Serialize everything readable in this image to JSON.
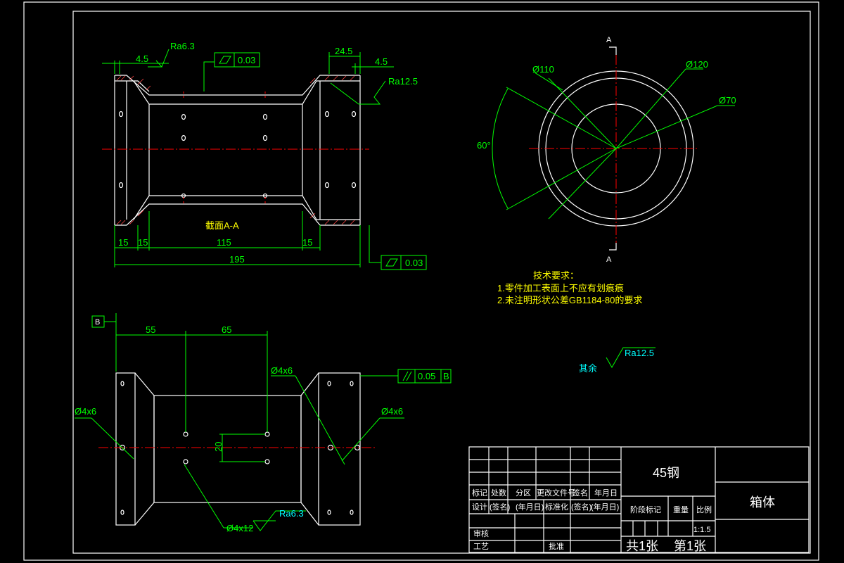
{
  "section_label": "截面A-A",
  "section_marker": "A",
  "dims_top": {
    "d_4_5_left": "4.5",
    "d_24_5": "24.5",
    "d_4_5_right": "4.5",
    "d_15_a": "15",
    "d_15_b": "15",
    "d_115": "115",
    "d_15_c": "15",
    "d_195": "195"
  },
  "roughness": {
    "top_left": "Ra6.3",
    "top_right": "Ra12.5",
    "other": "Ra12.5",
    "bottom": "Ra6.3",
    "other_label": "其余"
  },
  "tolerance": {
    "cyl_top_value": "0.03",
    "cyl_bottom_value": "0.03",
    "parallel_value": "0.05",
    "datum": "B"
  },
  "circle_view": {
    "d110": "Ø110",
    "d120": "Ø120",
    "d70": "Ø70",
    "angle": "60°"
  },
  "tech_req": {
    "title": "技术要求：",
    "line1": "1.零件加工表面上不应有划痕痕",
    "line2": "2.未注明形状公差GB1184-80的要求"
  },
  "dims_bottom": {
    "d55": "55",
    "d65": "65",
    "d20": "20",
    "hole_left": "Ø4x6",
    "hole_mid": "Ø4x6",
    "hole_right": "Ø4x6",
    "hole_bottom": "Ø4x12"
  },
  "title_block": {
    "material": "45钢",
    "part_name": "箱体",
    "h_biaoji": "标记",
    "h_chushu": "处数",
    "h_fenqu": "分区",
    "h_gengai": "更改文件号",
    "h_qianming": "签名",
    "h_nianyueri": "年月日",
    "r_sheji": "设计",
    "r_qianming": "(签名)",
    "r_nianyueri": "(年月日)",
    "r_biaozhunhua": "标准化",
    "r_qianming2": "(签名)",
    "r_nianyueri2": "(年月日)",
    "r_shenhe": "审核",
    "r_gongyi": "工艺",
    "r_pizhun": "批准",
    "stage_mark": "阶段标记",
    "weight": "重量",
    "scale_label": "比例",
    "scale_value": "1:1.5",
    "sheets_total": "共1张",
    "sheet_num": "第1张"
  }
}
